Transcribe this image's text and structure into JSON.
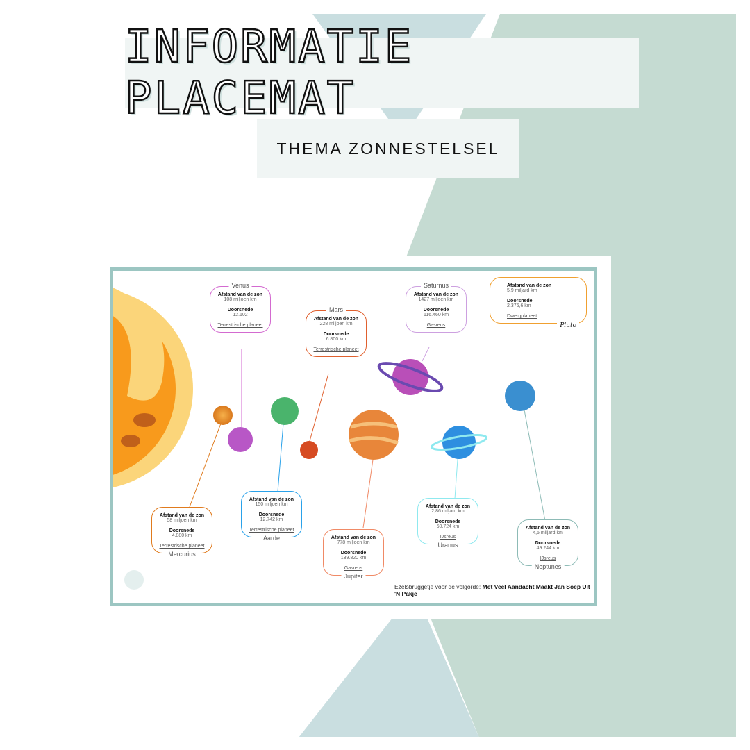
{
  "header": {
    "title": "INFORMATIE PLACEMAT",
    "subtitle": "THEMA ZONNESTELSEL"
  },
  "colors": {
    "sage": "#c5dbd2",
    "blue_grey": "#c9dee0",
    "mat_border": "#9cc6c2",
    "sun": "#f89a1c",
    "sun_light": "#fbd57a"
  },
  "placemat": {
    "labels": {
      "distance": "Afstand van de zon",
      "diameter": "Doorsnede"
    },
    "planets": [
      {
        "name": "Mercurius",
        "distance": "58 miljoen km",
        "diameter": "4.880 km",
        "type": "Terrestrische planeet",
        "color": "#e07b1e"
      },
      {
        "name": "Venus",
        "distance": "108 miljoen km",
        "diameter": "12.102",
        "type": "Terrestrische planeet",
        "color": "#d36ad0"
      },
      {
        "name": "Aarde",
        "distance": "150 miljoen km",
        "diameter": "12.742 km",
        "type": "Terrestrische planeet",
        "color": "#2aa2ea"
      },
      {
        "name": "Mars",
        "distance": "228 miljoen km",
        "diameter": "6.800 km",
        "type": "Terrestrische planeet",
        "color": "#e0602e"
      },
      {
        "name": "Jupiter",
        "distance": "778 miljoen km",
        "diameter": "139.820 km",
        "type": "Gasreus",
        "color": "#f08a66"
      },
      {
        "name": "Saturnus",
        "distance": "1427 miljoen km",
        "diameter": "116.460 km",
        "type": "Gasreus",
        "color": "#cda0e0"
      },
      {
        "name": "Uranus",
        "distance": "2,86 miljard km",
        "diameter": "50.724 km",
        "type": "IJsreus",
        "color": "#8fe9ef"
      },
      {
        "name": "Neptunes",
        "distance": "4,5 miljard km",
        "diameter": "49.244 km",
        "type": "IJsreus",
        "color": "#8dbbb6"
      },
      {
        "name": "Pluto",
        "distance": "5,9 miljard km",
        "diameter": "2.376,6 km",
        "type": "Dwergplaneet",
        "color": "#f0a030"
      }
    ],
    "footer": {
      "prefix": "Ezelsbruggetje voor de volgorde:",
      "mnemonic": "Met Veel Aandacht Maakt Jan Soep Uit 'N Pakje"
    }
  }
}
